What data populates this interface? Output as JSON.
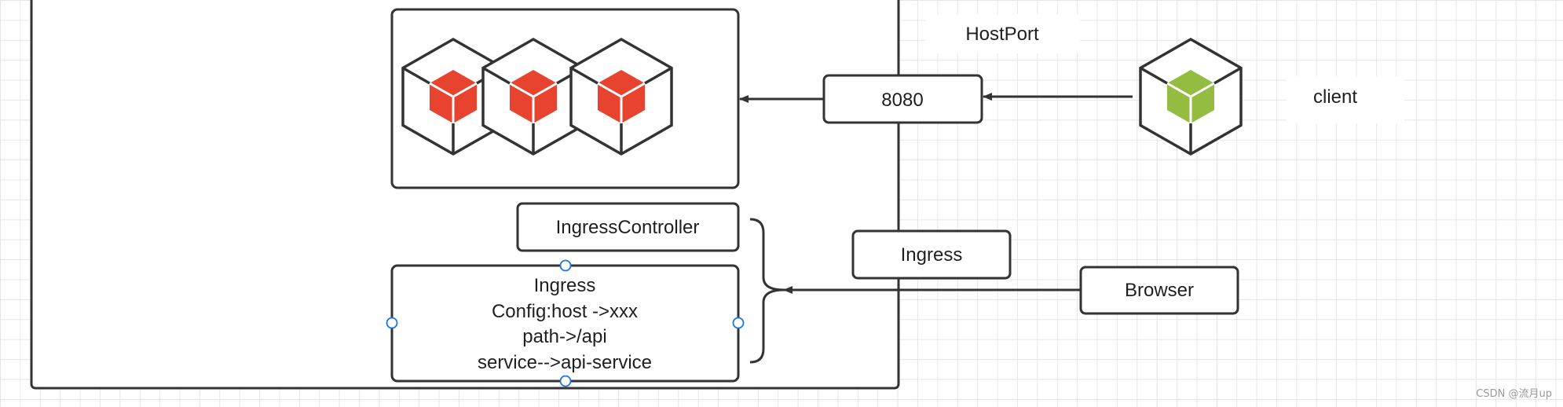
{
  "labels": {
    "hostport": "HostPort",
    "port": "8080",
    "client": "client",
    "ingress_controller": "IngressController",
    "ingress": "Ingress",
    "browser": "Browser",
    "config_lines": [
      "Ingress",
      "Config:host ->xxx",
      "path->/api",
      "service-->api-service"
    ]
  },
  "watermark": "CSDN @流月up",
  "icons": {
    "pod": "pod-cube-icon",
    "client": "client-cube-icon"
  },
  "colors": {
    "pod_cube": "#e8432e",
    "client_cube": "#94bc40",
    "stroke": "#333333",
    "handle": "#1a73e8"
  }
}
